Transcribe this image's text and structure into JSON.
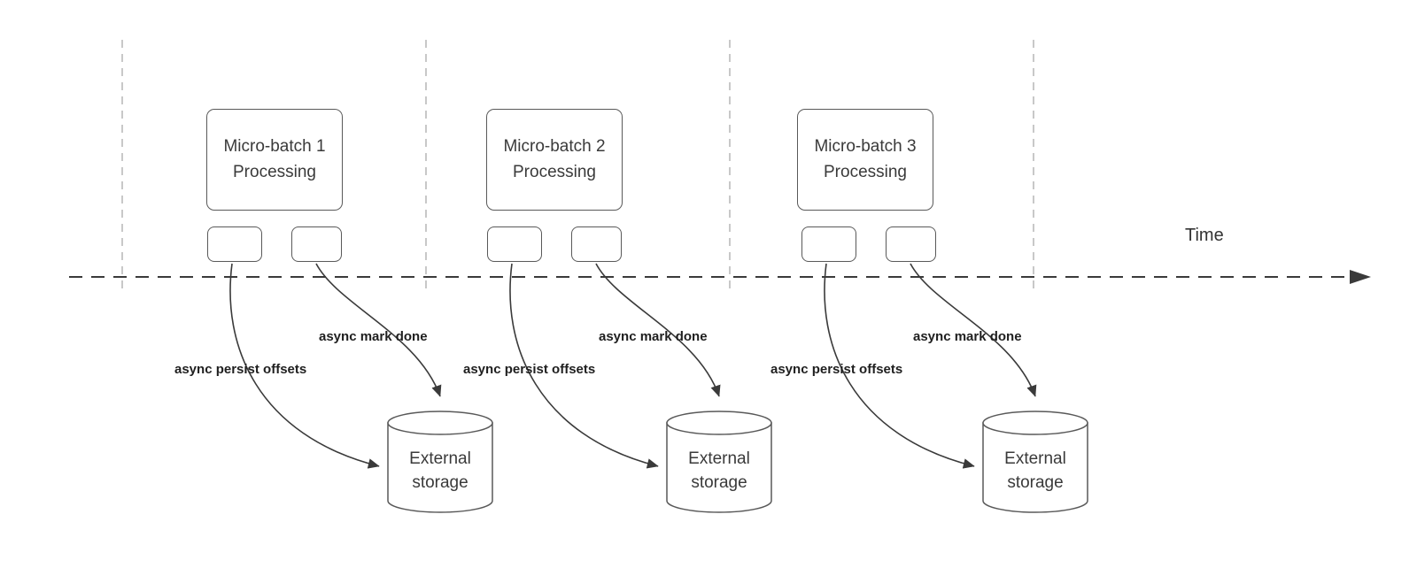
{
  "diagram": {
    "time_label": "Time",
    "batches": [
      {
        "box_line1": "Micro-batch 1",
        "box_line2": "Processing",
        "persist_label": "async persist offsets",
        "mark_done_label": "async mark done",
        "storage_line1": "External",
        "storage_line2": "storage"
      },
      {
        "box_line1": "Micro-batch 2",
        "box_line2": "Processing",
        "persist_label": "async persist offsets",
        "mark_done_label": "async mark done",
        "storage_line1": "External",
        "storage_line2": "storage"
      },
      {
        "box_line1": "Micro-batch 3",
        "box_line2": "Processing",
        "persist_label": "async persist offsets",
        "mark_done_label": "async mark done",
        "storage_line1": "External",
        "storage_line2": "storage"
      }
    ],
    "colors": {
      "line_dark": "#3a3a3a",
      "box_border": "#595959",
      "gridline": "#b5b5b5"
    }
  }
}
